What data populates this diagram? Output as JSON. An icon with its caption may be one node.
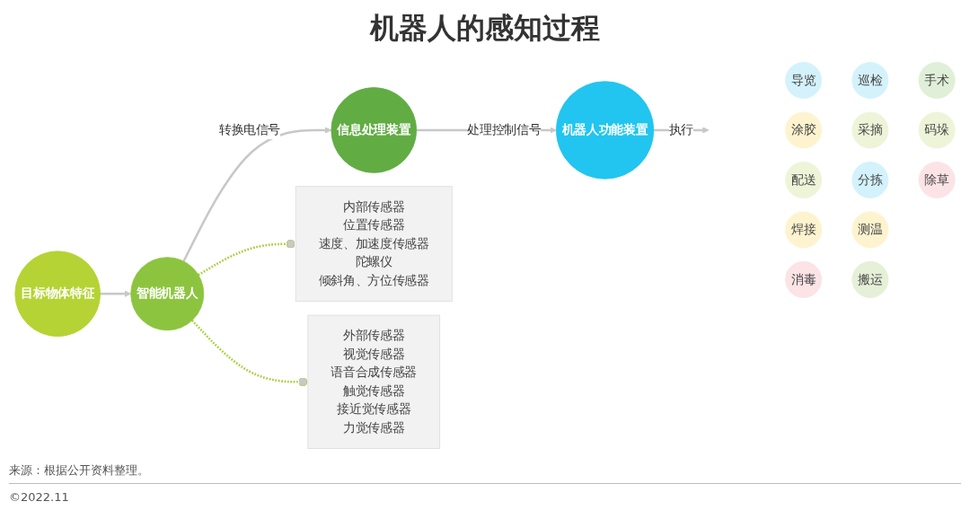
{
  "diagram": {
    "title": "机器人的感知过程",
    "caption": "来源：根据公开资料整理。",
    "nodes": [
      {
        "text": [
          "目标物体特征"
        ]
      },
      {
        "text": [
          "智能机器人"
        ]
      },
      {
        "text": [
          "信息处理装置"
        ]
      },
      {
        "text": [
          "机器人功能装置"
        ]
      },
      {
        "text": [
          "内部传感器",
          "位置传感器",
          "速度、加速度传感器",
          "陀螺仪",
          "倾斜角、方位传感器"
        ]
      },
      {
        "text": [
          "外部传感器",
          "视觉传感器",
          "语音合成传感器",
          "触觉传感器",
          "接近觉传感器",
          "力觉传感器"
        ]
      },
      {
        "text": [
          "导览"
        ]
      },
      {
        "text": [
          "涂胶"
        ]
      },
      {
        "text": [
          "配送"
        ]
      },
      {
        "text": [
          "焊接"
        ]
      },
      {
        "text": [
          "消毒"
        ]
      },
      {
        "text": [
          "巡检"
        ]
      },
      {
        "text": [
          "采摘"
        ]
      },
      {
        "text": [
          "分拣"
        ]
      },
      {
        "text": [
          "测温"
        ]
      },
      {
        "text": [
          "搬运"
        ]
      },
      {
        "text": [
          "手术"
        ]
      },
      {
        "text": [
          "码垛"
        ]
      },
      {
        "text": [
          "除草"
        ]
      }
    ],
    "edges": [
      {
        "from": 0,
        "to": 1,
        "arrow": "to"
      },
      {
        "from": 1,
        "to": 2,
        "arrow": "to",
        "label": "转换电信号"
      },
      {
        "from": 2,
        "to": 3,
        "arrow": "to",
        "label": "处理控制信号"
      },
      {
        "from": 3,
        "to": null,
        "arrow": "to",
        "label": "执行"
      },
      {
        "from": 1,
        "to": 4,
        "arrow": "other",
        "style": "dashed",
        "color": "#a6ce39"
      },
      {
        "from": 1,
        "to": 5,
        "arrow": "other",
        "style": "dashed",
        "color": "#a6ce39"
      }
    ],
    "labels": [
      "©2022.11"
    ]
  }
}
